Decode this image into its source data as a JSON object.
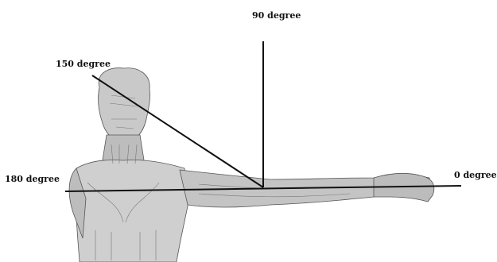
{
  "labels": {
    "deg90": "90 degree",
    "deg150": "150 degree",
    "deg180": "180 degree",
    "deg0": "0 degree"
  },
  "figure": {
    "subject": "anatomical muscle figure with right arm abducted horizontally",
    "line_color": "#111111",
    "figure_shade": "#9a9a9a"
  }
}
